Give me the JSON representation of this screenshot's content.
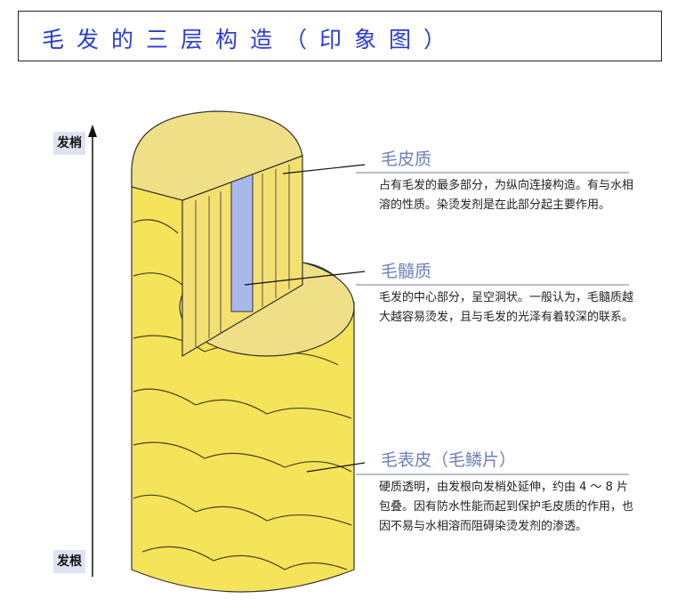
{
  "title": "毛发的三层构造（印象图）",
  "axis": {
    "top_label": "发梢",
    "bottom_label": "发根"
  },
  "layers": [
    {
      "name": "毛皮质",
      "description": "占有毛发的最多部分，为纵向连接构造。有与水相溶的性质。染烫发剂是在此部分起主要作用。"
    },
    {
      "name": "毛髓质",
      "description": "毛发的中心部分，呈空洞状。一般认为，毛髓质越大越容易烫发，且与毛发的光泽有着较深的联系。"
    },
    {
      "name": "毛表皮（毛鳞片）",
      "description": "硬质透明，由发根向发梢处延伸，约由 4 ～ 8 片包叠。因有防水性能而起到保护毛皮质的作用，也因不易与水相溶而阻碍染烫发剂的渗透。"
    }
  ],
  "colors": {
    "title": "#2b3ccf",
    "heading": "#6d80b8",
    "hair": "#f5e35a",
    "medulla": "#a9b8ea"
  }
}
